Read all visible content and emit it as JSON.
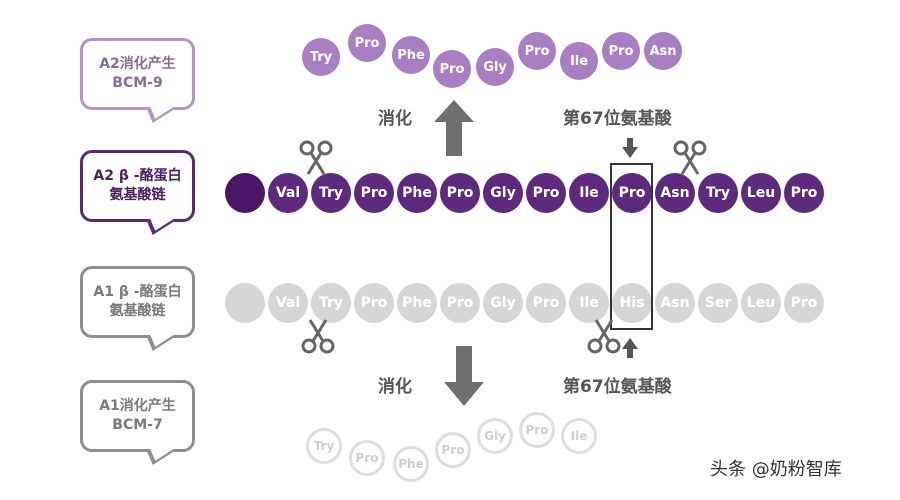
{
  "bubbles": {
    "a2_bcm": {
      "line1": "A2消化产生",
      "line2": "BCM-9"
    },
    "a2_chain": {
      "line1": "A2 β -酪蛋白",
      "line2": "氨基酸链"
    },
    "a1_chain": {
      "line1": "A1 β -酪蛋白",
      "line2": "氨基酸链"
    },
    "a1_bcm": {
      "line1": "A1消化产生",
      "line2": "BCM-7"
    }
  },
  "top_fragment": [
    "Try",
    "Pro",
    "Phe",
    "Pro",
    "Gly",
    "Pro",
    "Ile",
    "Pro",
    "Asn"
  ],
  "a2_chain": [
    "",
    "Val",
    "Try",
    "Pro",
    "Phe",
    "Pro",
    "Gly",
    "Pro",
    "Ile",
    "Pro",
    "Asn",
    "Try",
    "Leu",
    "Pro"
  ],
  "a1_chain": [
    "",
    "Val",
    "Try",
    "Pro",
    "Phe",
    "Pro",
    "Gly",
    "Pro",
    "Ile",
    "His",
    "Asn",
    "Ser",
    "Leu",
    "Pro"
  ],
  "bottom_fragment": [
    "Try",
    "Pro",
    "Phe",
    "Pro",
    "Gly",
    "Pro",
    "Ile"
  ],
  "labels": {
    "digest_top": "消化",
    "digest_bottom": "消化",
    "pos67_top": "第67位氨基酸",
    "pos67_bottom": "第67位氨基酸"
  },
  "watermark": "头条 @奶粉智库",
  "colors": {
    "light_purple": "#a77fc2",
    "dark_purple": "#5e2a7e",
    "gray": "#d6d6d6",
    "arrow": "#6f6f6f"
  },
  "icons": [
    "scissors-icon",
    "arrow-up-icon",
    "arrow-down-icon"
  ]
}
